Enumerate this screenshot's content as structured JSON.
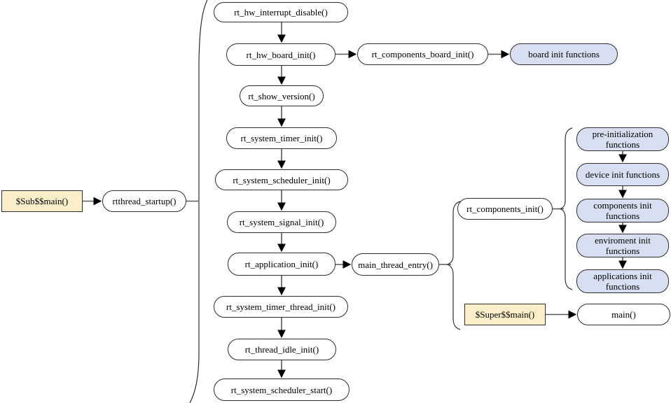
{
  "diagram_type": "flowchart",
  "subject": "RT-Thread startup sequence",
  "colors": {
    "yellow_fill": "#fcefca",
    "blue_fill": "#d9dff2",
    "line": "#595959",
    "border": "#2d2d2d",
    "arrowhead": "#000000"
  },
  "nodes": {
    "sub_main": {
      "label": "$Sub$$main()"
    },
    "rtthread_startup": {
      "label": "rtthread_startup()"
    },
    "rt_hw_interrupt_disable": {
      "label": "rt_hw_interrupt_disable()"
    },
    "rt_hw_board_init": {
      "label": "rt_hw_board_init()"
    },
    "rt_components_board_init": {
      "label": "rt_components_board_init()"
    },
    "board_init_functions": {
      "label": "board init functions"
    },
    "rt_show_version": {
      "label": "rt_show_version()"
    },
    "rt_system_timer_init": {
      "label": "rt_system_timer_init()"
    },
    "rt_system_scheduler_init": {
      "label": "rt_system_scheduler_init()"
    },
    "rt_system_signal_init": {
      "label": "rt_system_signal_init()"
    },
    "rt_application_init": {
      "label": "rt_application_init()"
    },
    "main_thread_entry": {
      "label": "main_thread_entry()"
    },
    "rt_components_init": {
      "label": "rt_components_init()"
    },
    "pre_initialization_functions": {
      "label": "pre-initialization functions"
    },
    "device_init_functions": {
      "label": "device init functions"
    },
    "components_init_functions": {
      "label": "components init functions"
    },
    "enviroment_init_functions": {
      "label": "enviroment init functions"
    },
    "applications_init_functions": {
      "label": "applications init functions"
    },
    "super_main": {
      "label": "$Super$$main()"
    },
    "main": {
      "label": "main()"
    },
    "rt_system_timer_thread_init": {
      "label": "rt_system_timer_thread_init()"
    },
    "rt_thread_idle_init": {
      "label": "rt_thread_idle_init()"
    },
    "rt_system_scheduler_start": {
      "label": "rt_system_scheduler_start()"
    }
  },
  "edges": [
    "sub_main -> rtthread_startup",
    "rtthread_startup -> { startup sequence brace }",
    "rt_hw_interrupt_disable -> rt_hw_board_init",
    "rt_hw_board_init -> rt_components_board_init",
    "rt_components_board_init -> board_init_functions",
    "rt_hw_board_init -> rt_show_version",
    "rt_show_version -> rt_system_timer_init",
    "rt_system_timer_init -> rt_system_scheduler_init",
    "rt_system_scheduler_init -> rt_system_signal_init",
    "rt_system_signal_init -> rt_application_init",
    "rt_application_init -> main_thread_entry",
    "main_thread_entry -> { rt_components_init, super_main }",
    "rt_components_init -> { init function chain brace }",
    "pre_initialization_functions -> device_init_functions",
    "device_init_functions -> components_init_functions",
    "components_init_functions -> enviroment_init_functions",
    "enviroment_init_functions -> applications_init_functions",
    "super_main -> main",
    "rt_application_init -> rt_system_timer_thread_init",
    "rt_system_timer_thread_init -> rt_thread_idle_init",
    "rt_thread_idle_init -> rt_system_scheduler_start"
  ]
}
